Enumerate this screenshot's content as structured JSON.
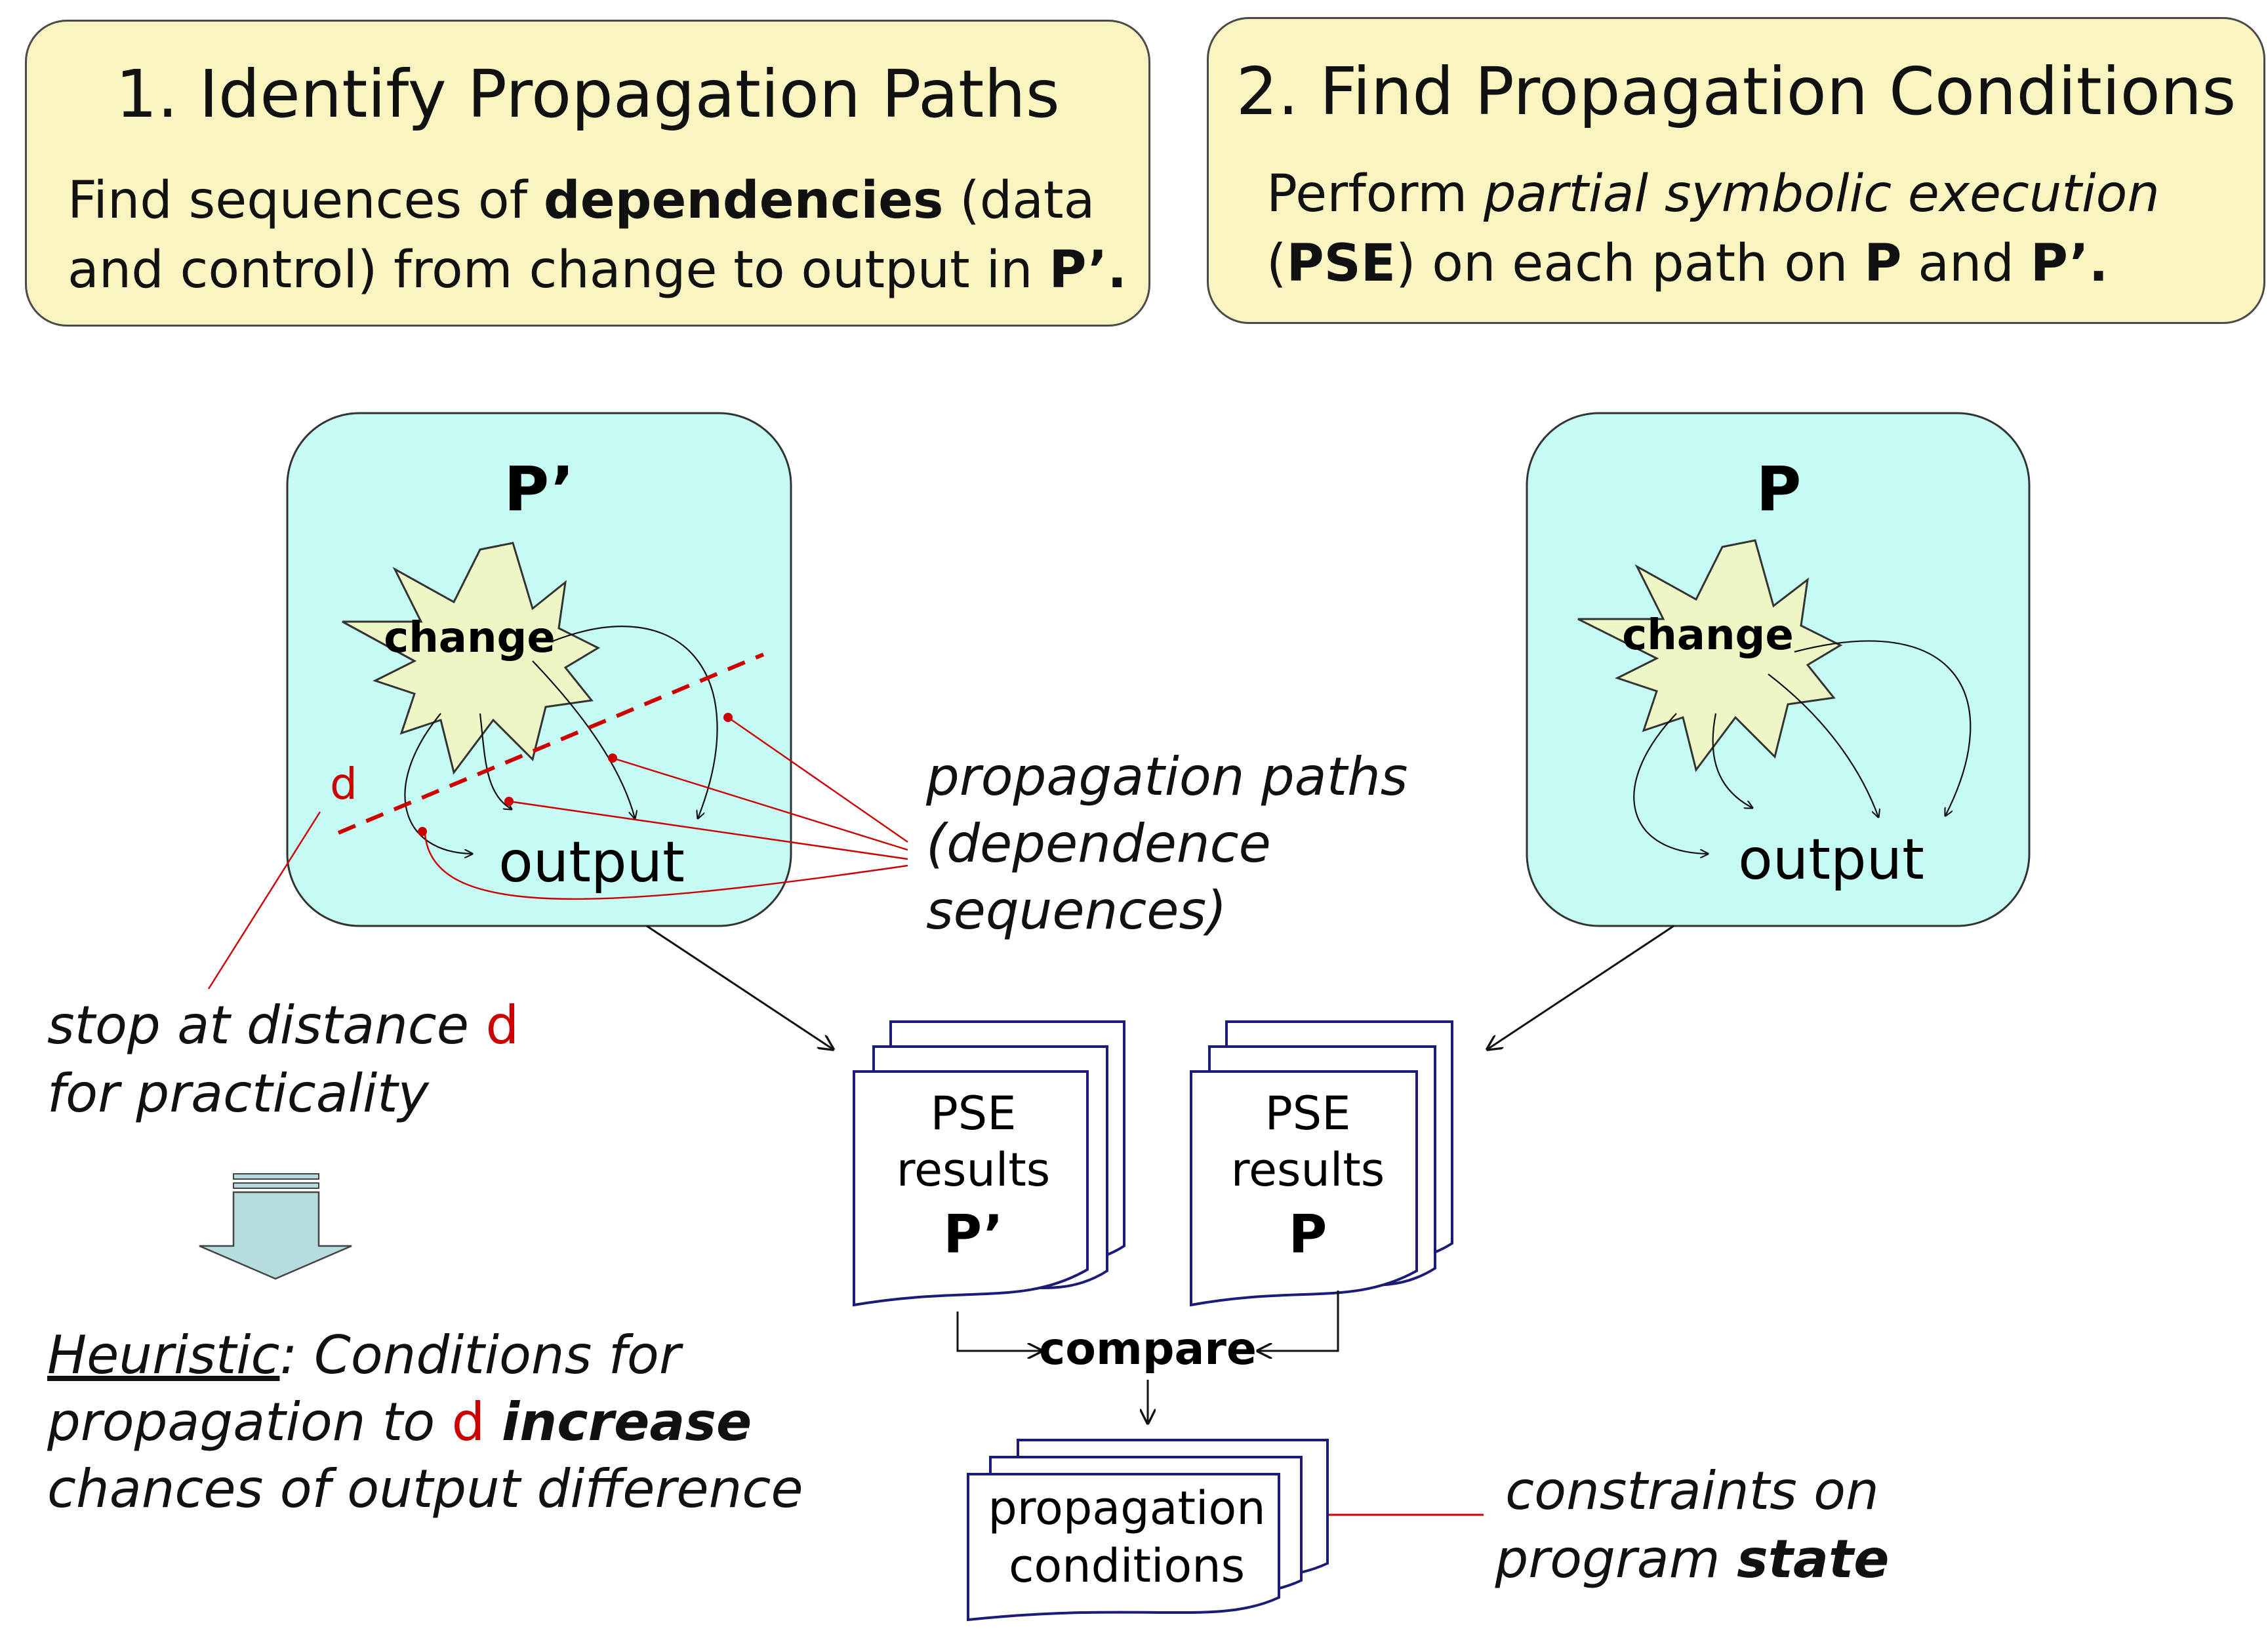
{
  "step1": {
    "title": "1. Identify Propagation Paths",
    "body_line1_pre": "Find sequences of ",
    "body_line1_bold": "dependencies",
    "body_line1_post": " (data",
    "body_line2_pre": "and control) from change to output in ",
    "body_line2_bold": "P’.",
    "body_line2_post": ""
  },
  "step2": {
    "title": "2. Find Propagation Conditions",
    "body_line1_pre": "Perform ",
    "body_line1_ital": "partial symbolic execution",
    "body_line2_open": "(",
    "body_line2_bold1": "PSE",
    "body_line2_mid": ") on each path on ",
    "body_line2_bold2": "P",
    "body_line2_and": " and ",
    "body_line2_bold3": "P’."
  },
  "modified_program": {
    "title": "P’",
    "change_label": "change",
    "output_label": "output",
    "distance_marker": "d"
  },
  "original_program": {
    "title": "P",
    "change_label": "change",
    "output_label": "output"
  },
  "paths_annotation": [
    "propagation paths",
    "(dependence",
    "sequences)"
  ],
  "distance_note": {
    "line1_text": "stop at distance ",
    "line1_marker": "d",
    "line2": "for practicality"
  },
  "heuristic": {
    "label": "Heuristic",
    "line1_rest": ": Conditions for",
    "line2_pre": "propagation to ",
    "line2_marker": "d",
    "line2_space": " ",
    "line2_bold": "increase",
    "line3": "chances of output difference"
  },
  "pse_results_modified": [
    "PSE",
    "results",
    "P’"
  ],
  "pse_results_original": [
    "PSE",
    "results",
    "P"
  ],
  "compare_label": "compare",
  "propagation_conditions": [
    "propagation",
    "conditions"
  ],
  "constraints_note": {
    "line1": "constraints on",
    "line2_pre": "program ",
    "line2_bold": "state"
  },
  "colors": {
    "step_box_fill": "#faf4c0",
    "program_box_fill": "#c6fbf3",
    "change_star_fill": "#eef6c6",
    "highlight_red": "#cc0000",
    "document_stroke": "#1c1c78",
    "down_arrow_fill": "#b7dce0"
  }
}
